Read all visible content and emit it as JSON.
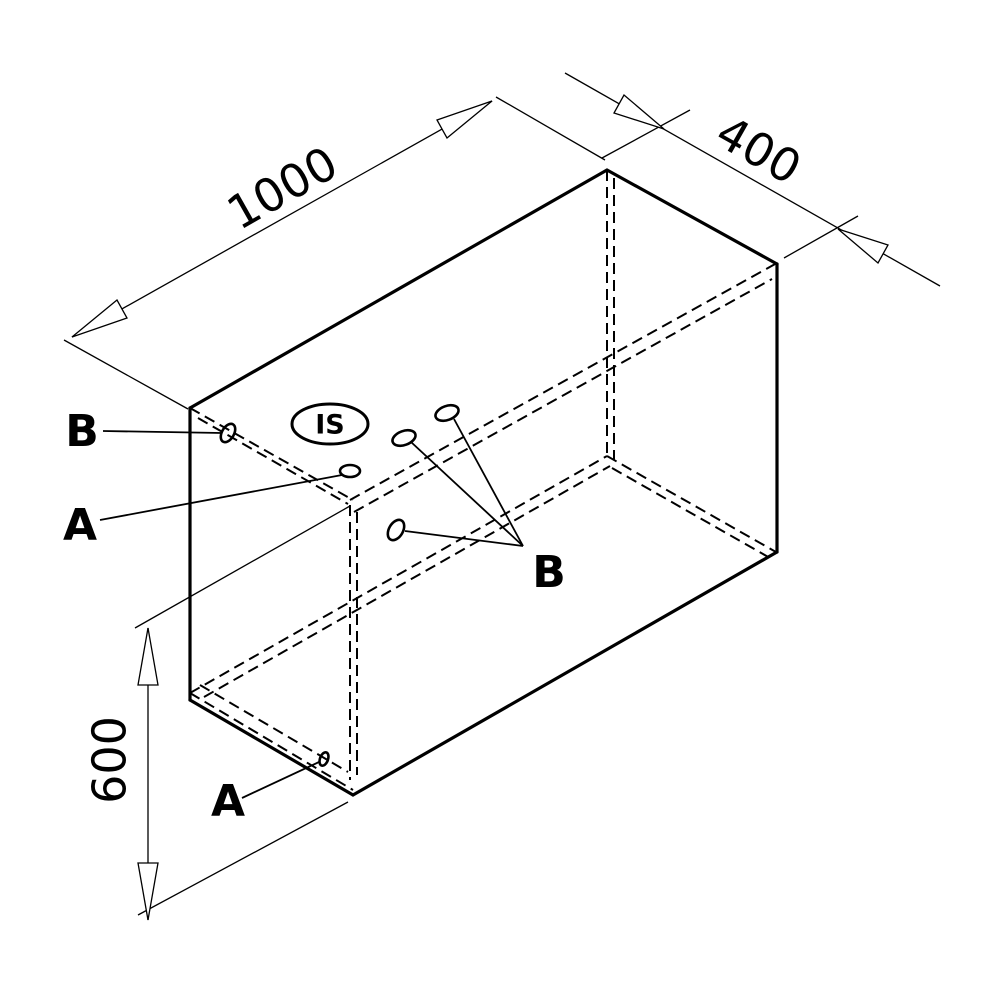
{
  "dimensions": {
    "length": "1000",
    "depth": "400",
    "height": "600"
  },
  "logo": {
    "text": "IS"
  },
  "labels": {
    "top_left": "B",
    "top_front": "A",
    "right_group": "B",
    "bottom": "A"
  },
  "colors": {
    "line": "#000000",
    "background": "#ffffff"
  }
}
